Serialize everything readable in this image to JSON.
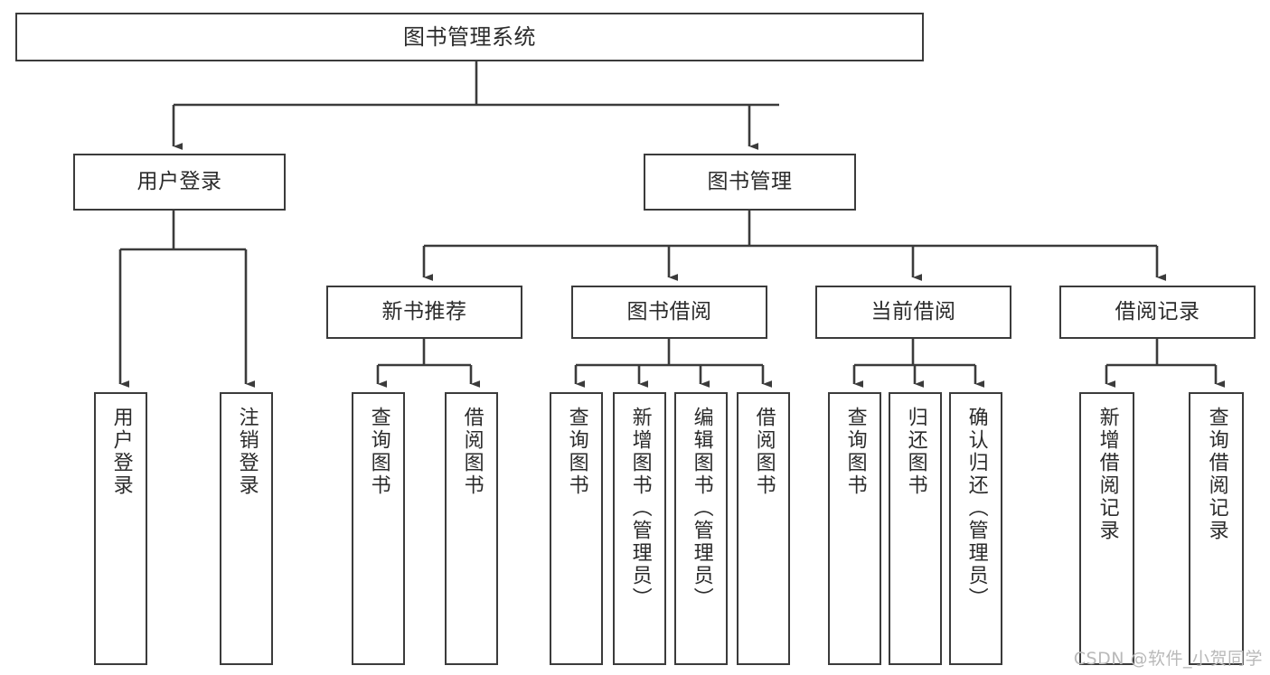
{
  "diagram": {
    "title": "图书管理系统",
    "type": "tree",
    "watermark": "CSDN @软件_小贺同学",
    "colors": {
      "box_border": "#3b3b3b",
      "box_fill": "#ffffff",
      "edge": "#3b3b3b",
      "text": "#2b2b2b",
      "watermark": "#b9b9b9"
    },
    "nodes": {
      "root": {
        "id": "root",
        "label": "图书管理系统",
        "level": 1,
        "orientation": "horizontal"
      },
      "login": {
        "id": "login",
        "label": "用户登录",
        "level": 2,
        "orientation": "horizontal"
      },
      "book_manage": {
        "id": "book_manage",
        "label": "图书管理",
        "level": 2,
        "orientation": "horizontal"
      },
      "new_book_rec": {
        "id": "new_book_rec",
        "label": "新书推荐",
        "level": 3,
        "orientation": "horizontal"
      },
      "book_borrow": {
        "id": "book_borrow",
        "label": "图书借阅",
        "level": 3,
        "orientation": "horizontal"
      },
      "current_borrow": {
        "id": "current_borrow",
        "label": "当前借阅",
        "level": 3,
        "orientation": "horizontal"
      },
      "borrow_record": {
        "id": "borrow_record",
        "label": "借阅记录",
        "level": 3,
        "orientation": "horizontal"
      },
      "leaf_user_login": {
        "id": "leaf_user_login",
        "label": "用户登录",
        "level": 4,
        "orientation": "vertical"
      },
      "leaf_logout": {
        "id": "leaf_logout",
        "label": "注销登录",
        "level": 4,
        "orientation": "vertical"
      },
      "leaf_query_book_1": {
        "id": "leaf_query_book_1",
        "label": "查询图书",
        "level": 4,
        "orientation": "vertical"
      },
      "leaf_borrow_book_1": {
        "id": "leaf_borrow_book_1",
        "label": "借阅图书",
        "level": 4,
        "orientation": "vertical"
      },
      "leaf_query_book_2": {
        "id": "leaf_query_book_2",
        "label": "查询图书",
        "level": 4,
        "orientation": "vertical"
      },
      "leaf_add_book": {
        "id": "leaf_add_book",
        "label": "新增图书（管理员）",
        "level": 4,
        "orientation": "vertical"
      },
      "leaf_edit_book": {
        "id": "leaf_edit_book",
        "label": "编辑图书（管理员）",
        "level": 4,
        "orientation": "vertical"
      },
      "leaf_borrow_book_2": {
        "id": "leaf_borrow_book_2",
        "label": "借阅图书",
        "level": 4,
        "orientation": "vertical"
      },
      "leaf_query_book_3": {
        "id": "leaf_query_book_3",
        "label": "查询图书",
        "level": 4,
        "orientation": "vertical"
      },
      "leaf_return_book": {
        "id": "leaf_return_book",
        "label": "归还图书",
        "level": 4,
        "orientation": "vertical"
      },
      "leaf_confirm_return": {
        "id": "leaf_confirm_return",
        "label": "确认归还（管理员）",
        "level": 4,
        "orientation": "vertical"
      },
      "leaf_add_record": {
        "id": "leaf_add_record",
        "label": "新增借阅记录",
        "level": 4,
        "orientation": "vertical"
      },
      "leaf_query_record": {
        "id": "leaf_query_record",
        "label": "查询借阅记录",
        "level": 4,
        "orientation": "vertical"
      }
    },
    "edges": [
      {
        "from": "root",
        "to": "login"
      },
      {
        "from": "root",
        "to": "book_manage"
      },
      {
        "from": "login",
        "to": "leaf_user_login"
      },
      {
        "from": "login",
        "to": "leaf_logout"
      },
      {
        "from": "book_manage",
        "to": "new_book_rec"
      },
      {
        "from": "book_manage",
        "to": "book_borrow"
      },
      {
        "from": "book_manage",
        "to": "current_borrow"
      },
      {
        "from": "book_manage",
        "to": "borrow_record"
      },
      {
        "from": "new_book_rec",
        "to": "leaf_query_book_1"
      },
      {
        "from": "new_book_rec",
        "to": "leaf_borrow_book_1"
      },
      {
        "from": "book_borrow",
        "to": "leaf_query_book_2"
      },
      {
        "from": "book_borrow",
        "to": "leaf_add_book"
      },
      {
        "from": "book_borrow",
        "to": "leaf_edit_book"
      },
      {
        "from": "book_borrow",
        "to": "leaf_borrow_book_2"
      },
      {
        "from": "current_borrow",
        "to": "leaf_query_book_3"
      },
      {
        "from": "current_borrow",
        "to": "leaf_return_book"
      },
      {
        "from": "current_borrow",
        "to": "leaf_confirm_return"
      },
      {
        "from": "borrow_record",
        "to": "leaf_add_record"
      },
      {
        "from": "borrow_record",
        "to": "leaf_query_record"
      }
    ]
  }
}
